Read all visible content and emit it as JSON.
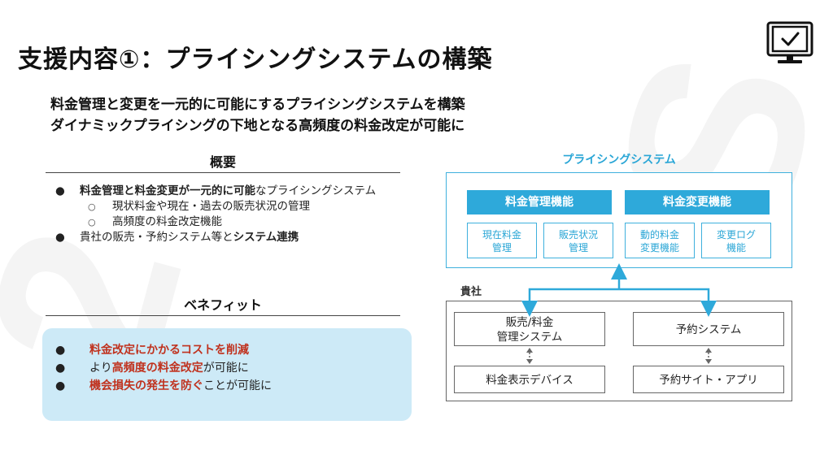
{
  "watermark": [
    "2",
    "S"
  ],
  "title": "支援内容①：プライシングシステムの構築",
  "lead": {
    "line1": "料金管理と変更を一元的に可能にするプライシングシステムを構築",
    "line2": "ダイナミックプライシングの下地となる高頻度の料金改定が可能に"
  },
  "overview": {
    "heading": "概要",
    "bullet": "●",
    "sub_bullet": "○",
    "item1": {
      "bold": "料金管理と料金変更が一元的に可能",
      "rest": "なプライシングシステム"
    },
    "sub1": "現状料金や現在・過去の販売状況の管理",
    "sub2": "高頻度の料金改定機能",
    "item2": {
      "text": "貴社の販売・予約システム等と",
      "bold": "システム連携"
    }
  },
  "benefit": {
    "heading": "ベネフィット",
    "item1": {
      "red": "料金改定にかかるコストを削減"
    },
    "item2": {
      "pre": "より",
      "red": "高頻度の料金改定",
      "post": "が可能に"
    },
    "item3": {
      "red": "機会損失の発生を防ぐ",
      "post": "ことが可能に"
    }
  },
  "diagram": {
    "system_label": "プライシングシステム",
    "func1": "料金管理機能",
    "func2": "料金変更機能",
    "mini1": [
      "現在料金",
      "管理"
    ],
    "mini2": [
      "販売状況",
      "管理"
    ],
    "mini3": [
      "動的料金",
      "変更機能"
    ],
    "mini4": [
      "変更ログ",
      "機能"
    ],
    "company_label": "貴社",
    "box1": [
      "販売/料金",
      "管理システム"
    ],
    "box2": "予約システム",
    "box3": "料金表示デバイス",
    "box4": "予約サイト・アプリ"
  },
  "colors": {
    "accent": "#2ea9da",
    "benefit_bg": "#cdeaf7",
    "highlight_red": "#c0321e"
  }
}
